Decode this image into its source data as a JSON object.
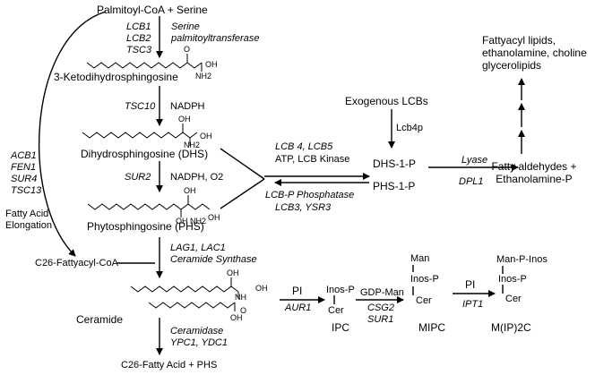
{
  "nodes": {
    "palmitoyl_serine": "Palmitoyl-CoA + Serine",
    "ketodihydrosphingosine": "3-Ketodihydrosphingosine",
    "dihydrosphingosine": "Dihydrosphingosine (DHS)",
    "phytosphingosine": "Phytosphingosine (PHS)",
    "c26_fattyacyl_coa": "C26-Fattyacyl-CoA",
    "ceramide": "Ceramide",
    "c26_fatty_acid_phs": "C26-Fatty Acid + PHS",
    "exogenous_lcbs": "Exogenous LCBs",
    "dhs_1_p": "DHS-1-P",
    "phs_1_p": "PHS-1-P",
    "fatty_aldehydes": [
      "Fatty aldehydes +",
      "Ethanolamine-P"
    ],
    "fattyacyl_lipids": [
      "Fattyacyl lipids,",
      "ethanolamine, choline",
      "glycerolipids"
    ],
    "ipc": "IPC",
    "mipc": "MIPC",
    "mipc2": "M(IP)2C"
  },
  "labels": {
    "lcb1": "LCB1",
    "lcb2": "LCB2",
    "tsc3": "TSC3",
    "serine_palmitoyltransferase": [
      "Serine",
      "palmitoyltransferase"
    ],
    "tsc10": "TSC10",
    "nadph": "NADPH",
    "sur2": "SUR2",
    "nadph_o2": "NADPH, O2",
    "acb1": "ACB1",
    "fen1": "FEN1",
    "sur4": "SUR4",
    "tsc13": "TSC13",
    "fatty_acid_elongation": [
      "Fatty Acid",
      "Elongation"
    ],
    "lag1_lac1": "LAG1, LAC1",
    "ceramide_synthase": "Ceramide Synthase",
    "ceramidase": "Ceramidase",
    "ypc1_ydc1": "YPC1, YDC1",
    "lcb4_lcb5": "LCB 4, LCB5",
    "atp_lcb_kinase": "ATP, LCB Kinase",
    "lcbp_phosphatase": "LCB-P Phosphatase",
    "lcb3_ysr3": "LCB3, YSR3",
    "lcb4p": "Lcb4p",
    "lyase": "Lyase",
    "dpl1": "DPL1",
    "pi_1": "PI",
    "aur1": "AUR1",
    "gdp_man": "GDP-Man",
    "csg2_sur1": [
      "CSG2",
      "SUR1"
    ],
    "pi_2": "PI",
    "ipt1": "IPT1"
  },
  "structures": {
    "ketone_o": "O",
    "ketone_oh": "OH",
    "ketone_nh2": "NH2",
    "dhs_oh": "OH",
    "dhs_nh2": "NH2",
    "dhs_oh2": "OH",
    "phs_oh": "OH",
    "phs_oh_b": "OH",
    "phs_nh2": "NH2",
    "phs_oh_c": "OH",
    "cer_oh": "OH",
    "cer_oh2": "OH",
    "cer_nh": "NH",
    "cer_o": "O",
    "cer_oh3": "OH",
    "ipc_inos": "Inos-P",
    "ipc_cer": "Cer",
    "mipc_man": "Man",
    "mipc_inos": "Inos-P",
    "mipc_cer": "Cer",
    "mip2c_top": "Man-P-Inos",
    "mip2c_inos": "Inos-P",
    "mip2c_cer": "Cer"
  }
}
